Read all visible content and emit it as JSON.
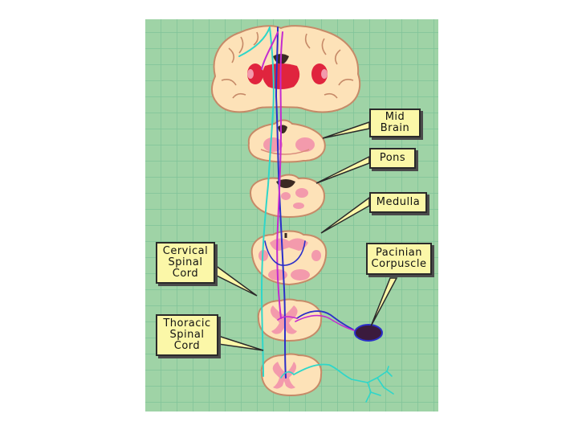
{
  "labels": {
    "midbrain": "Mid\nBrain",
    "pons": "Pons",
    "medulla": "Medulla",
    "cervical": "Cervical\nSpinal\nCord",
    "pacinian": "Pacinian\nCorpuscle",
    "thoracic": "Thoracic\nSpinal\nCord"
  },
  "colors": {
    "background_grid": "#9fd3a6",
    "tissue": "#fde2b8",
    "tissue_outline": "#c68a68",
    "nuclei": "#f39aac",
    "thalamus": "#e0243e",
    "pathway_blue": "#2b2fc9",
    "pathway_magenta": "#c42bd0",
    "pathway_cyan": "#2fd6c9",
    "label_fill": "#fbf7a8"
  }
}
